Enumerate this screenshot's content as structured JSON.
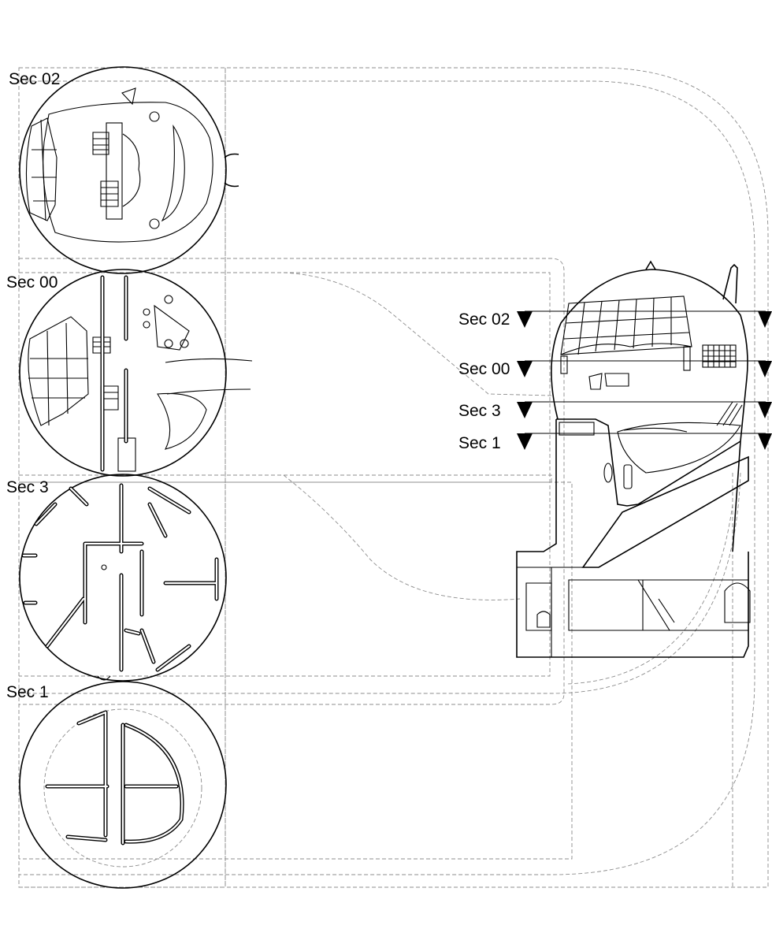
{
  "plans": [
    {
      "label": "Sec 02"
    },
    {
      "label": "Sec 00"
    },
    {
      "label": "Sec 3"
    },
    {
      "label": "Sec 1"
    }
  ],
  "section_markers": [
    {
      "label": "Sec 02"
    },
    {
      "label": "Sec 00"
    },
    {
      "label": "Sec 3"
    },
    {
      "label": "Sec 1"
    }
  ]
}
